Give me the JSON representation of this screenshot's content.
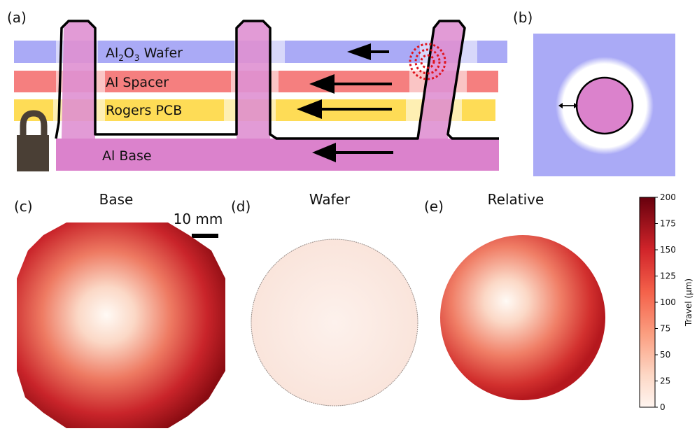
{
  "panels": {
    "a": "(a)",
    "b": "(b)",
    "c": "(c)",
    "d": "(d)",
    "e": "(e)"
  },
  "layers": {
    "wafer_main": "Al",
    "wafer_sub": "2",
    "wafer_mid": "O",
    "wafer_sub2": "3",
    "wafer_rest": " Wafer",
    "spacer": "Al Spacer",
    "pcb": "Rogers PCB",
    "base": "Al Base"
  },
  "maps": {
    "base": "Base",
    "wafer": "Wafer",
    "relative": "Relative"
  },
  "scale_bar": "10 mm",
  "colorbar": {
    "label": "Travel (μm)",
    "ticks": [
      "0",
      "25",
      "50",
      "75",
      "100",
      "125",
      "150",
      "175",
      "200"
    ]
  },
  "colors": {
    "wafer": "#aaaaf6",
    "spacer": "#f57f7f",
    "pcb": "#fedc56",
    "base": "#db82cc",
    "lock": "#4a3f35",
    "travel_high": "#7a0b10"
  }
}
